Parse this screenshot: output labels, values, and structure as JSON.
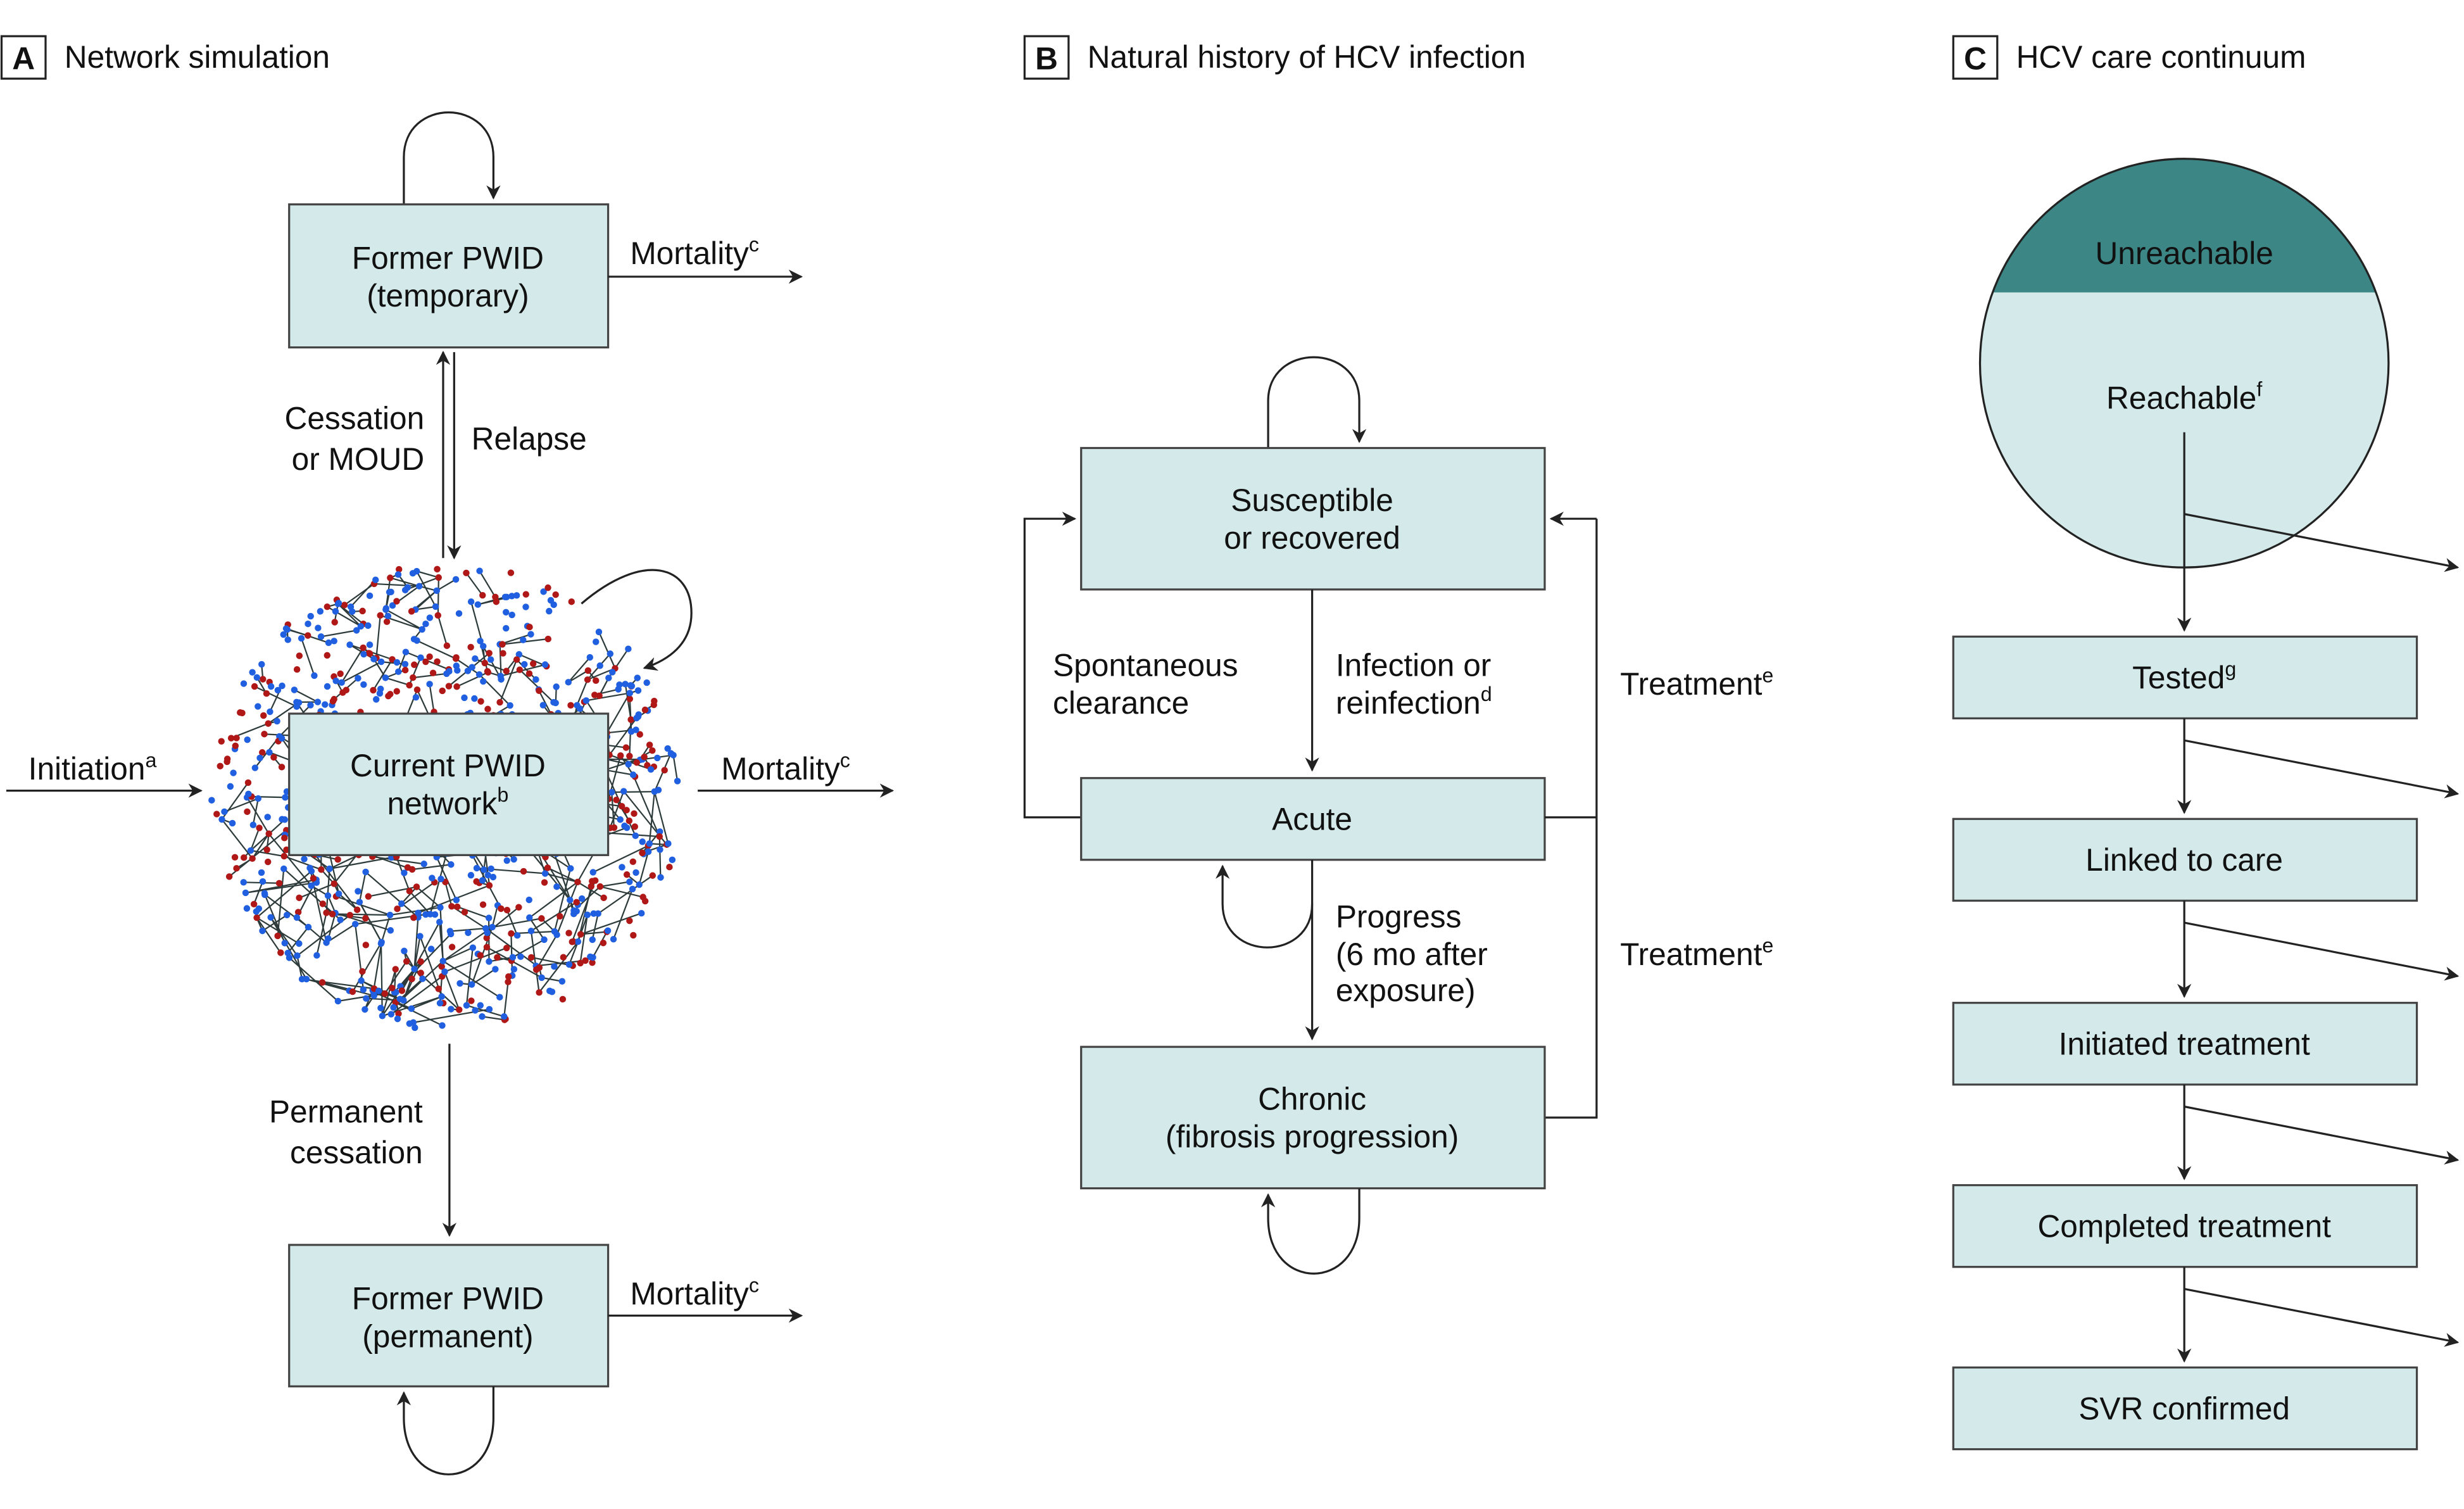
{
  "colors": {
    "box_fill": "#d4e9e9",
    "unreachable_fill": "#3d8686",
    "reachable_fill": "#d4e9e9",
    "node_susceptible": "#1f5fe0",
    "node_infected": "#b01818",
    "edge": "#2e3b3b"
  },
  "panel_a": {
    "letter": "A",
    "title": "Network simulation",
    "former_temporary": {
      "line1": "Former PWID",
      "line2": "(temporary)"
    },
    "current_network": {
      "line1": "Current PWID",
      "line2": "network",
      "sup": "b"
    },
    "former_permanent": {
      "line1": "Former PWID",
      "line2": "(permanent)"
    },
    "mortality": {
      "text": "Mortality",
      "sup": "c"
    },
    "initiation": {
      "text": "Initiation",
      "sup": "a"
    },
    "cessation": {
      "line1": "Cessation",
      "line2": "or MOUD"
    },
    "relapse": "Relapse",
    "permanent_cessation": {
      "line1": "Permanent",
      "line2": "cessation"
    }
  },
  "panel_b": {
    "letter": "B",
    "title": "Natural history of HCV infection",
    "susceptible": {
      "line1": "Susceptible",
      "line2": "or recovered"
    },
    "acute": "Acute",
    "chronic": {
      "line1": "Chronic",
      "line2": "(fibrosis progression)"
    },
    "spontaneous": {
      "line1": "Spontaneous",
      "line2": "clearance"
    },
    "infection": {
      "line1": "Infection or",
      "line2": "reinfection",
      "sup": "d"
    },
    "treatment": {
      "text": "Treatment",
      "sup": "e"
    },
    "progress": {
      "line1": "Progress",
      "line2": "(6 mo after",
      "line3": "exposure)"
    }
  },
  "panel_c": {
    "letter": "C",
    "title": "HCV care continuum",
    "unreachable": "Unreachable",
    "reachable": {
      "text": "Reachable",
      "sup": "f"
    },
    "steps": [
      {
        "text": "Tested",
        "sup": "g"
      },
      {
        "text": "Linked to care",
        "sup": ""
      },
      {
        "text": "Initiated treatment",
        "sup": ""
      },
      {
        "text": "Completed treatment",
        "sup": ""
      },
      {
        "text": "SVR confirmed",
        "sup": ""
      }
    ]
  }
}
